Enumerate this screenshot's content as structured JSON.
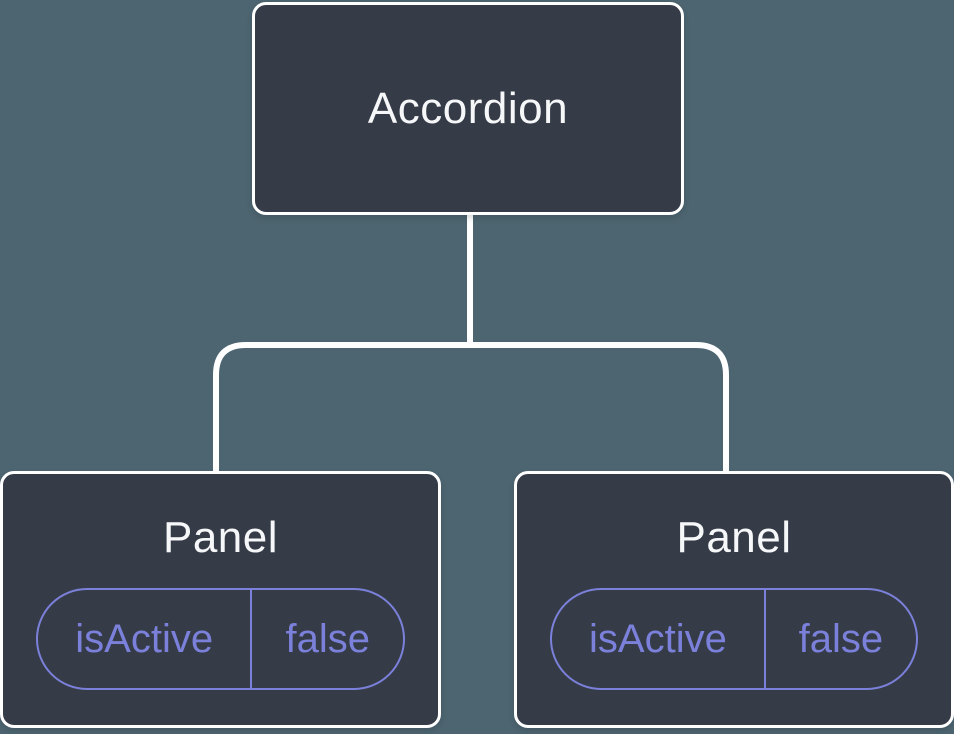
{
  "diagram": {
    "title": "component-state-tree",
    "root": {
      "label": "Accordion"
    },
    "children": [
      {
        "label": "Panel",
        "state": {
          "key": "isActive",
          "value": "false"
        }
      },
      {
        "label": "Panel",
        "state": {
          "key": "isActive",
          "value": "false"
        }
      }
    ],
    "colors": {
      "background": "#4d6570",
      "node_fill": "#353b47",
      "node_border": "#ffffff",
      "connector": "#ffffff",
      "title_text": "#f6f7f9",
      "state_accent": "#7b81da"
    }
  }
}
